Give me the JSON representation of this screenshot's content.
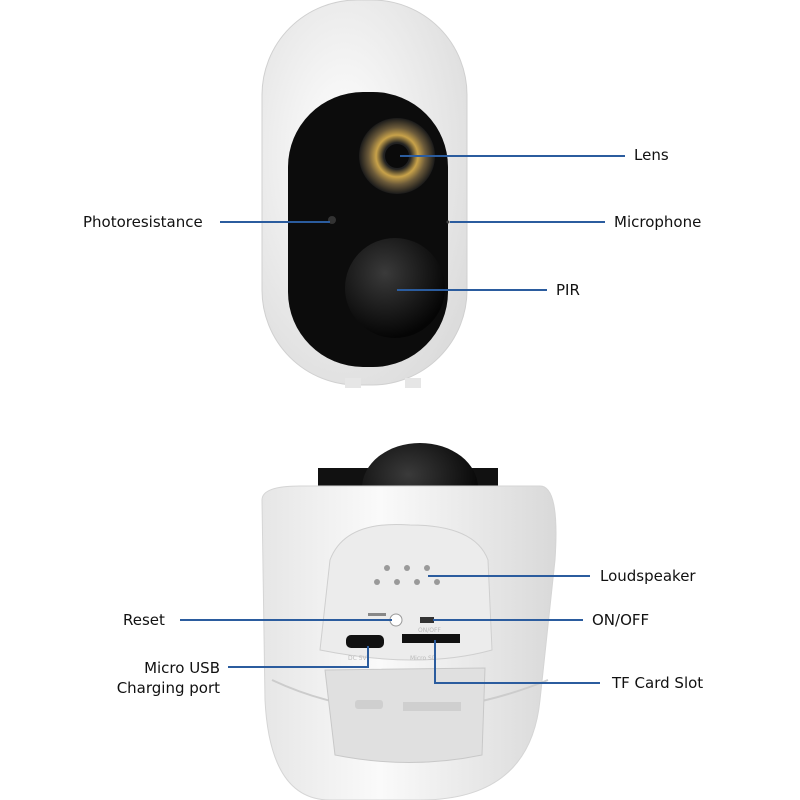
{
  "labels": {
    "lens": "Lens",
    "photoresistance": "Photoresistance",
    "microphone": "Microphone",
    "pir": "PIR",
    "loudspeaker": "Loudspeaker",
    "reset": "Reset",
    "on_off": "ON/OFF",
    "micro_usb_line1": "Micro USB",
    "micro_usb_line2": "Charging port",
    "tf_card_slot": "TF Card Slot"
  },
  "device_print": {
    "dc": "DC 5V",
    "sd": "Micro SD",
    "switch": "ON/OFF"
  },
  "colors": {
    "leader_line": "#2b5c9e",
    "shell": "#f2f2f2",
    "face": "#0d0d0d"
  }
}
